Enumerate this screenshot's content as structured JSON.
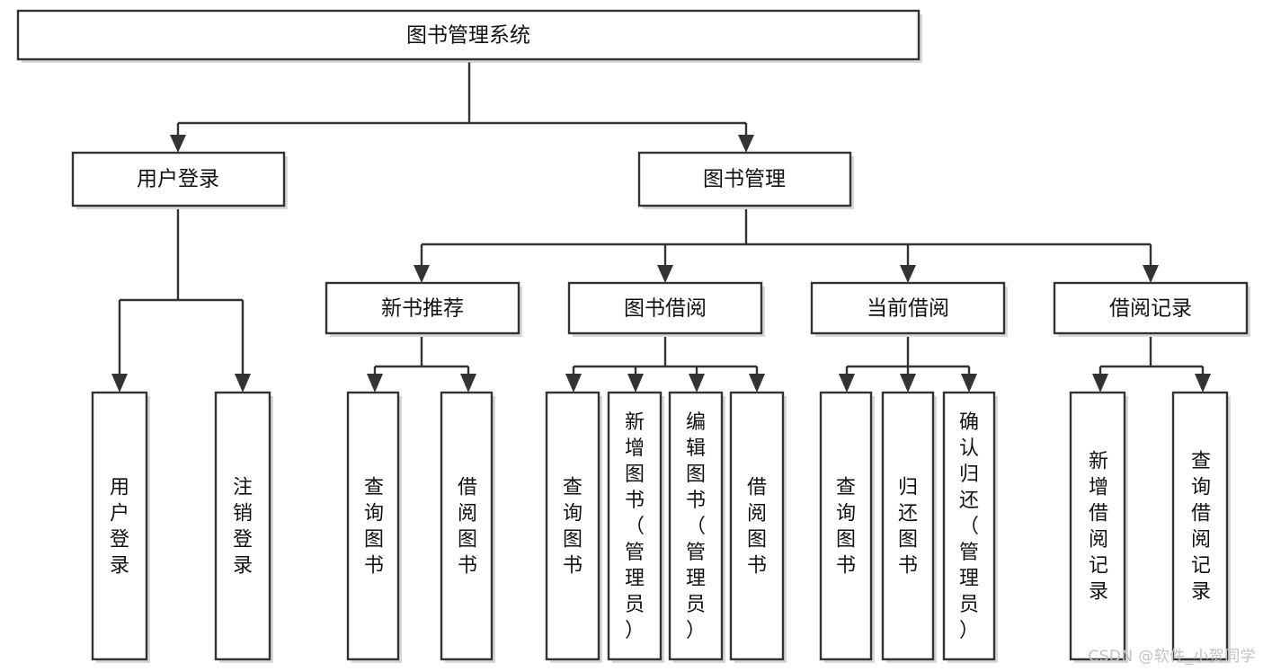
{
  "diagram": {
    "type": "tree-hierarchy-chart",
    "title": "图书管理系统",
    "watermark": "CSDN @软件_小贺同学",
    "colors": {
      "stroke": "#333333",
      "fill": "#ffffff",
      "text": "#111111",
      "watermark": "#c2c2c2"
    },
    "levels": [
      {
        "level": 1,
        "nodes": [
          {
            "id": "root",
            "label": "图书管理系统",
            "orientation": "horizontal"
          }
        ]
      },
      {
        "level": 2,
        "nodes": [
          {
            "id": "login",
            "label": "用户登录",
            "orientation": "horizontal",
            "parent": "root"
          },
          {
            "id": "bookmgmt",
            "label": "图书管理",
            "orientation": "horizontal",
            "parent": "root"
          }
        ]
      },
      {
        "level": 3,
        "nodes": [
          {
            "id": "newbook",
            "label": "新书推荐",
            "orientation": "horizontal",
            "parent": "bookmgmt"
          },
          {
            "id": "borrow",
            "label": "图书借阅",
            "orientation": "horizontal",
            "parent": "bookmgmt"
          },
          {
            "id": "current",
            "label": "当前借阅",
            "orientation": "horizontal",
            "parent": "bookmgmt"
          },
          {
            "id": "records",
            "label": "借阅记录",
            "orientation": "horizontal",
            "parent": "bookmgmt"
          }
        ]
      },
      {
        "level": 4,
        "nodes": [
          {
            "id": "leaf-login-1",
            "label": "用户登录",
            "orientation": "vertical",
            "parent": "login"
          },
          {
            "id": "leaf-login-2",
            "label": "注销登录",
            "orientation": "vertical",
            "parent": "login"
          },
          {
            "id": "leaf-newbook-1",
            "label": "查询图书",
            "orientation": "vertical",
            "parent": "newbook"
          },
          {
            "id": "leaf-newbook-2",
            "label": "借阅图书",
            "orientation": "vertical",
            "parent": "newbook"
          },
          {
            "id": "leaf-borrow-1",
            "label": "查询图书",
            "orientation": "vertical",
            "parent": "borrow"
          },
          {
            "id": "leaf-borrow-2",
            "label": "新增图书（管理员）",
            "orientation": "vertical",
            "parent": "borrow"
          },
          {
            "id": "leaf-borrow-3",
            "label": "编辑图书（管理员）",
            "orientation": "vertical",
            "parent": "borrow"
          },
          {
            "id": "leaf-borrow-4",
            "label": "借阅图书",
            "orientation": "vertical",
            "parent": "borrow"
          },
          {
            "id": "leaf-current-1",
            "label": "查询图书",
            "orientation": "vertical",
            "parent": "current"
          },
          {
            "id": "leaf-current-2",
            "label": "归还图书",
            "orientation": "vertical",
            "parent": "current"
          },
          {
            "id": "leaf-current-3",
            "label": "确认归还（管理员）",
            "orientation": "vertical",
            "parent": "current"
          },
          {
            "id": "leaf-records-1",
            "label": "新增借阅记录",
            "orientation": "vertical",
            "parent": "records"
          },
          {
            "id": "leaf-records-2",
            "label": "查询借阅记录",
            "orientation": "vertical",
            "parent": "records"
          }
        ]
      }
    ]
  }
}
